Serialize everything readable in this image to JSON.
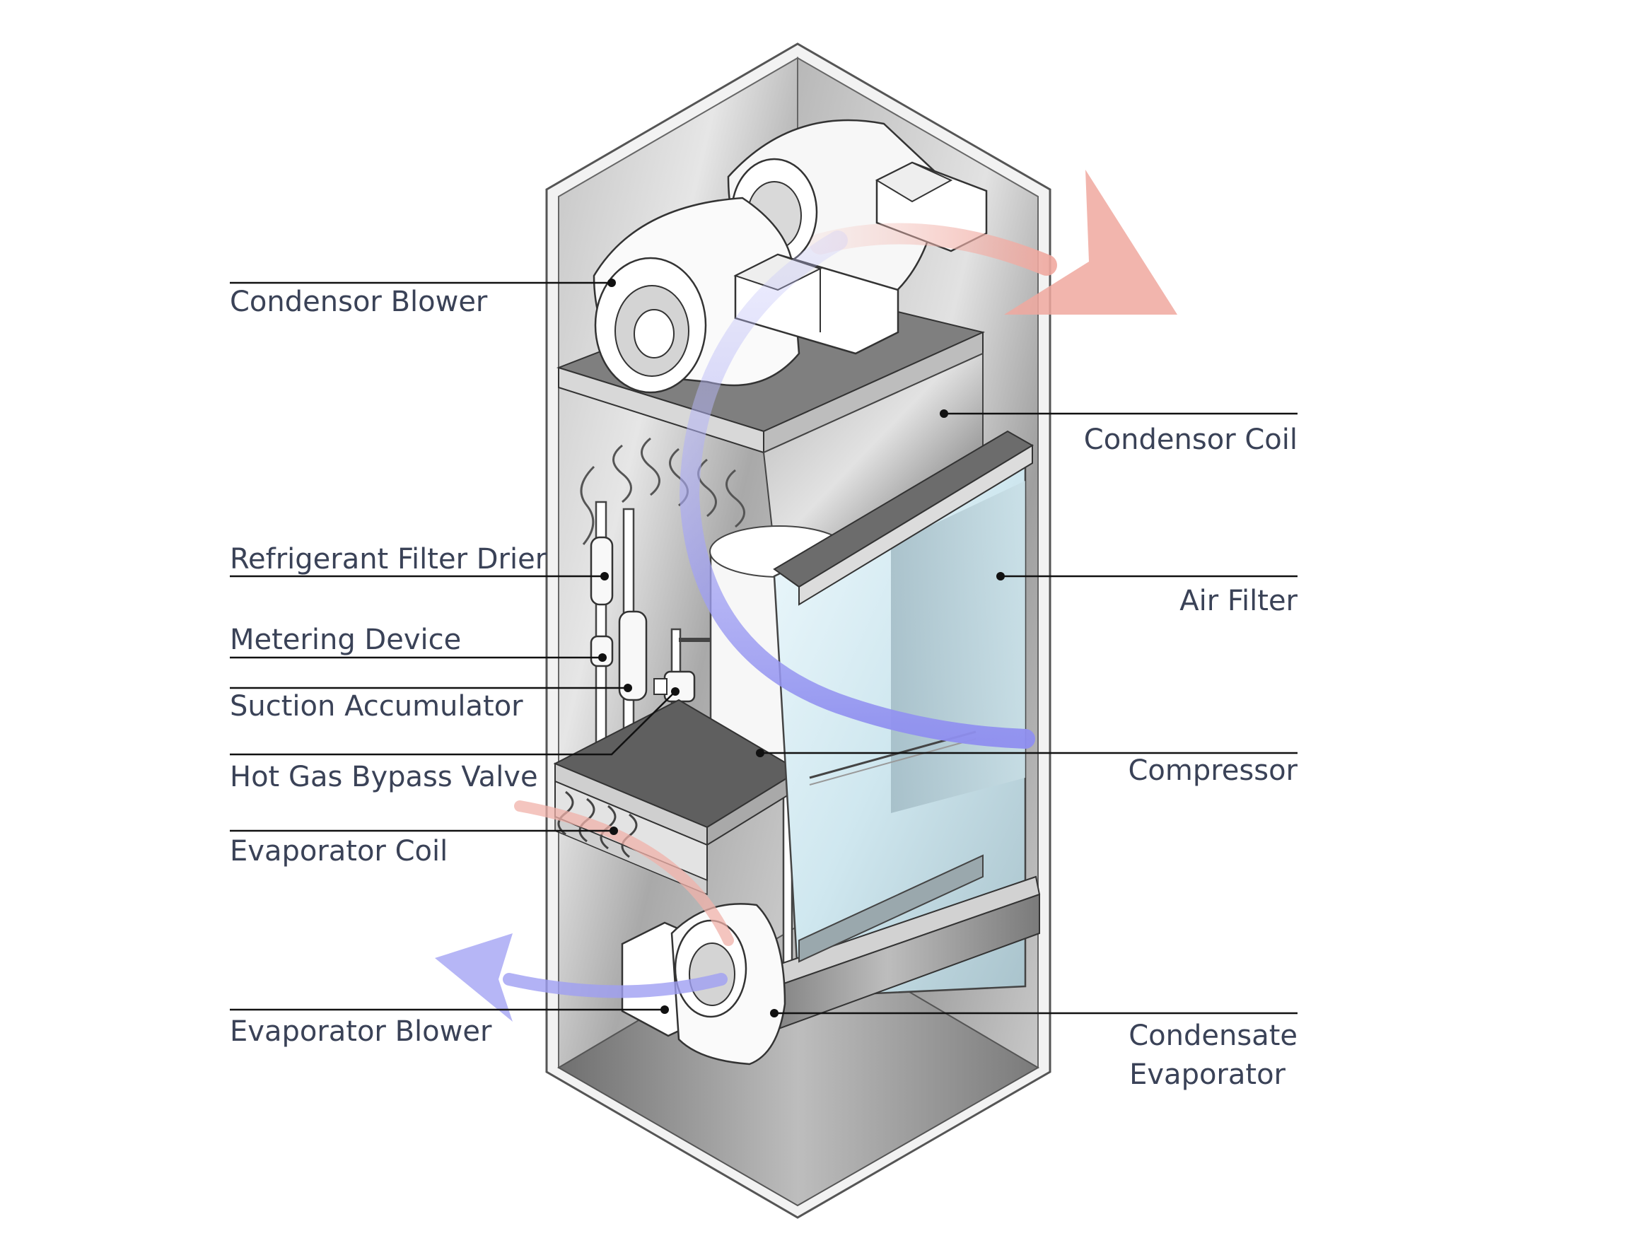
{
  "labels": {
    "condensor_blower": "Condensor Blower",
    "condensor_coil": "Condensor Coil",
    "refrigerant_filter_drier": "Refrigerant Filter Drier",
    "air_filter": "Air Filter",
    "metering_device": "Metering Device",
    "suction_accumulator": "Suction Accumulator",
    "compressor": "Compressor",
    "hot_gas_bypass_valve": "Hot Gas Bypass Valve",
    "evaporator_coil": "Evaporator Coil",
    "evaporator_blower": "Evaporator Blower",
    "condensate_evaporator_line1": "Condensate",
    "condensate_evaporator_line2": "Evaporator"
  },
  "colors": {
    "label_text": "#3a4257",
    "leader_line": "#111111",
    "hot_airflow": "#f2b8b0",
    "cold_airflow": "#a9a9f5",
    "cabinet_outline": "#555555",
    "metal_light": "#dcdcdc",
    "metal_dark": "#8d8d8d",
    "filter_glass": "#dff2fa"
  }
}
